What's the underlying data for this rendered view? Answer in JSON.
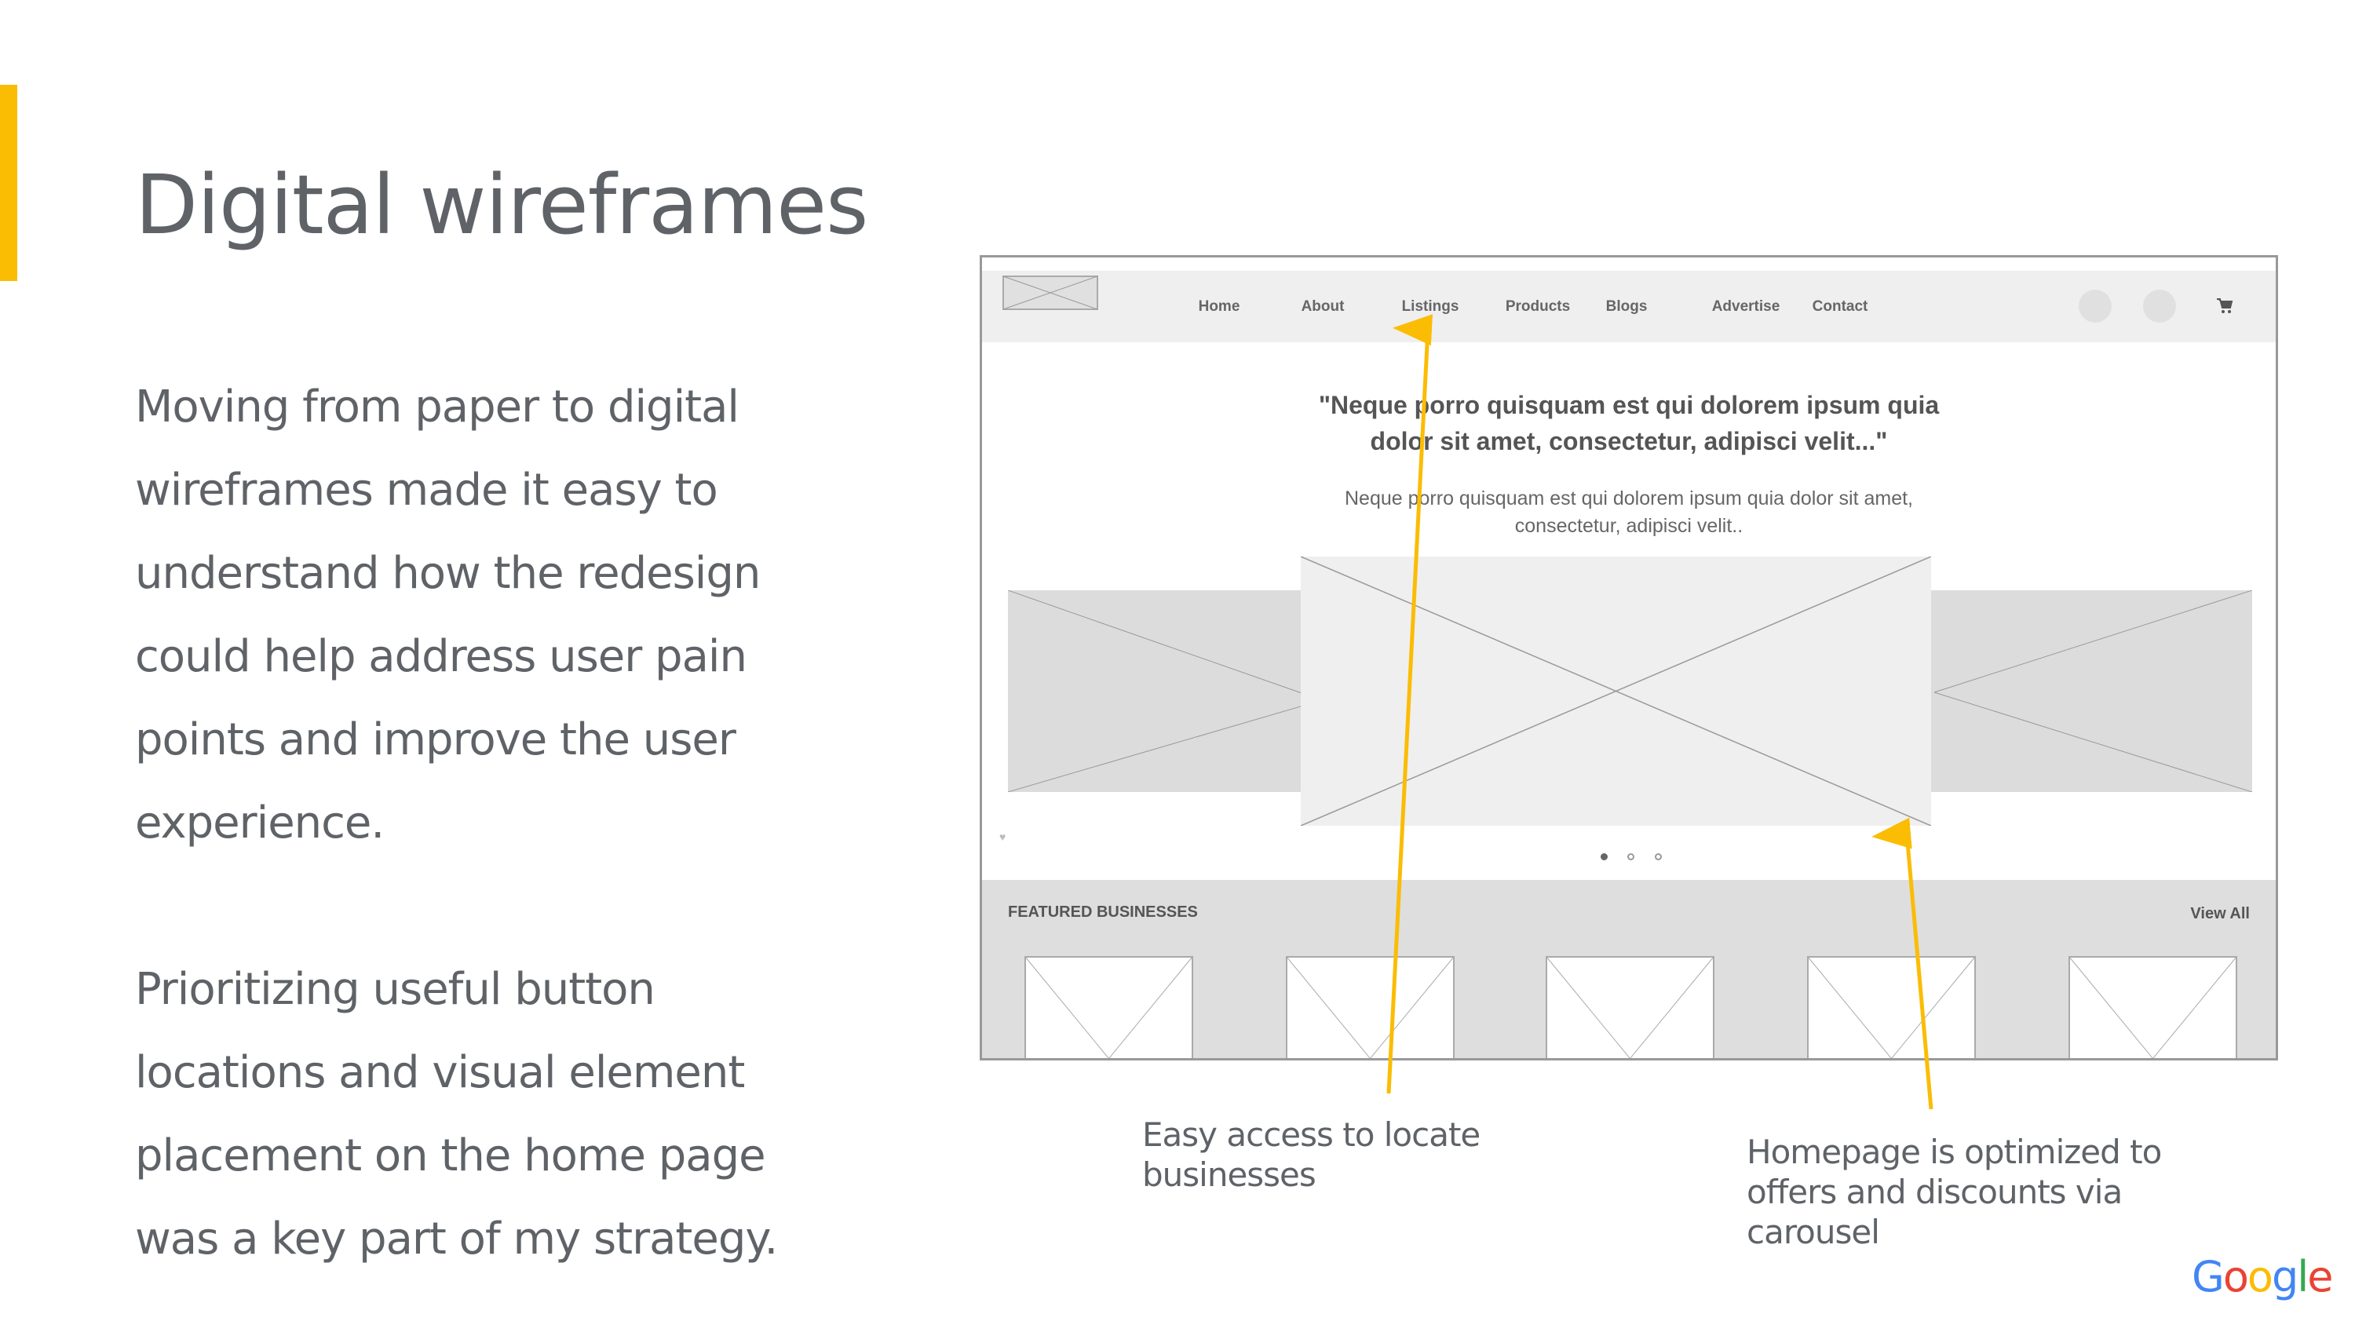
{
  "slide": {
    "title": "Digital wireframes",
    "paragraph1": "Moving from paper to digital wireframes made it easy to understand how the redesign could help address user pain points and improve the user experience.",
    "paragraph2": "Prioritizing useful button locations and visual element placement on the home page was a key part of my strategy.",
    "caption_left": "Easy access to locate businesses",
    "caption_right": "Homepage is optimized to offers and discounts via carousel",
    "logo": "Google"
  },
  "wireframe": {
    "nav": [
      "Home",
      "About",
      "Listings",
      "Products",
      "Blogs",
      "Advertise",
      "Contact"
    ],
    "quote": "\"Neque porro quisquam est qui dolorem ipsum quia dolor sit amet, consectetur, adipisci velit...\"",
    "subtext": "Neque porro quisquam est qui dolorem ipsum quia dolor sit amet, consectetur, adipisci velit..",
    "featured_title": "FEATURED BUSINESSES",
    "view_all": "View All",
    "carousel_active_index": 0
  },
  "colors": {
    "accent": "#fbbc04",
    "text": "#5f6368"
  }
}
